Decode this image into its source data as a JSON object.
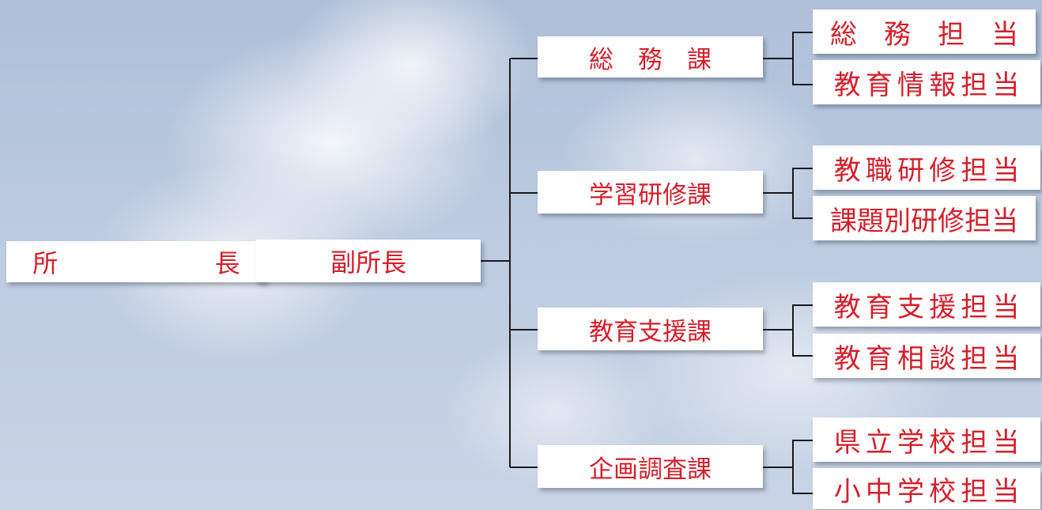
{
  "director": "所　　長",
  "vice_director": "副所長",
  "sections": [
    {
      "name": "総　務　課",
      "teams": [
        "総　務　担　当",
        "教育情報担当"
      ]
    },
    {
      "name": "学習研修課",
      "teams": [
        "教職研修担当",
        "課題別研修担当"
      ]
    },
    {
      "name": "教育支援課",
      "teams": [
        "教育支援担当",
        "教育相談担当"
      ]
    },
    {
      "name": "企画調査課",
      "teams": [
        "県立学校担当",
        "小中学校担当"
      ]
    }
  ]
}
